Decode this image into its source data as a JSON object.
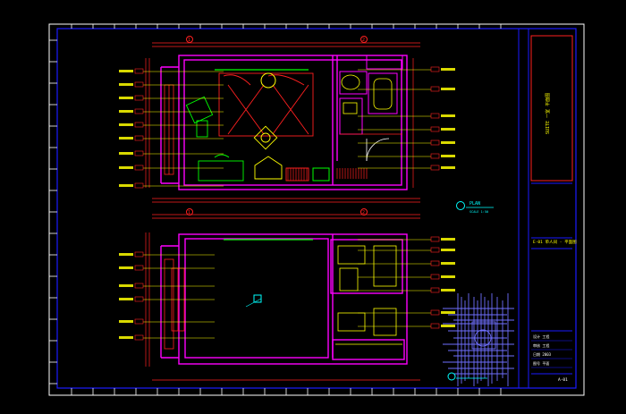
{
  "canvas_bg": "#000000",
  "colors": {
    "frame_outer": "#ffffff",
    "frame_inner": "#1a1aff",
    "wall": "#ff00ff",
    "dim": "#ff2020",
    "label": "#ffff00",
    "furniture": "#00ff00",
    "cyan": "#00ffff",
    "blue_hatch": "#7070ff",
    "white": "#ffffff"
  },
  "upper_plan": {
    "grid_markers": [
      "1",
      "2"
    ],
    "title": "PLAN",
    "title_sub": "SCALE 1:50"
  },
  "lower_plan": {
    "grid_markers": [
      "1",
      "2"
    ]
  },
  "title_block": {
    "vertical_text": "SUITE 一室 平面图",
    "project_label": "E-01 单人间 - 平面图",
    "rows": [
      "设计 工程",
      "审核 工程",
      "日期 2003",
      "图号 平面"
    ],
    "sheet_no": "A-01"
  },
  "icons": {
    "north_marker": "section-marker-icon",
    "column_tag": "column-tag-icon"
  }
}
